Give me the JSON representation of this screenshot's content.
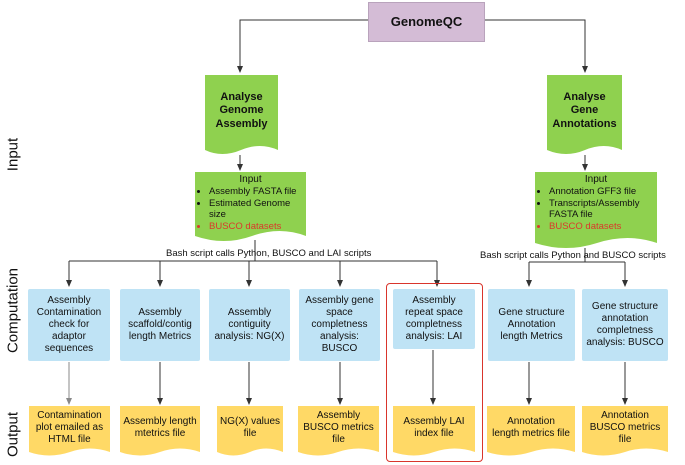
{
  "side_labels": {
    "input": "Input",
    "computation": "Computation",
    "output": "Output"
  },
  "root": "GenomeQC",
  "assembly": {
    "title": "Analyse\nGenome\nAssembly",
    "input_title": "Input",
    "inputs": [
      "Assembly FASTA file",
      "Estimated Genome size"
    ],
    "inputs_red": [
      "BUSCO datasets"
    ],
    "bash_label": "Bash script calls Python, BUSCO and LAI scripts",
    "computation": [
      "Assembly\nContamination\ncheck for\nadaptor\nsequences",
      "Assembly\nscaffold/contig\nlength Metrics",
      "Assembly\ncontiguity\nanalysis:  NG(X)",
      "Assembly gene\nspace\ncompletness\nanalysis:\nBUSCO",
      "Assembly\nrepeat space\ncompletness\nanalysis: LAI"
    ],
    "outputs": [
      "Contamination\nplot emailed as\nHTML file",
      "Assembly length\nmtetrics file",
      "NG(X) values\nfile",
      "Assembly\nBUSCO metrics\nfile",
      "Assembly LAI\nindex  file"
    ]
  },
  "annotation": {
    "title": "Analyse\nGene\nAnnotations",
    "input_title": "Input",
    "inputs": [
      "Annotation GFF3 file",
      "Transcripts/Assembly FASTA file"
    ],
    "inputs_red": [
      "BUSCO datasets"
    ],
    "bash_label": "Bash script calls Python  and BUSCO scripts",
    "computation": [
      "Gene structure\nAnnotation\nlength Metrics",
      "Gene structure\nannotation\ncompletness\nanalysis: BUSCO"
    ],
    "outputs": [
      "Annotation\nlength metrics  file",
      "Annotation\nBUSCO metrics\nfile"
    ]
  },
  "colors": {
    "root": "#d4bcd6",
    "green": "#8fd14f",
    "blue": "#bfe3f5",
    "yellow": "#ffd966",
    "red_text": "#d93a2b",
    "highlight": "#d9352c"
  }
}
